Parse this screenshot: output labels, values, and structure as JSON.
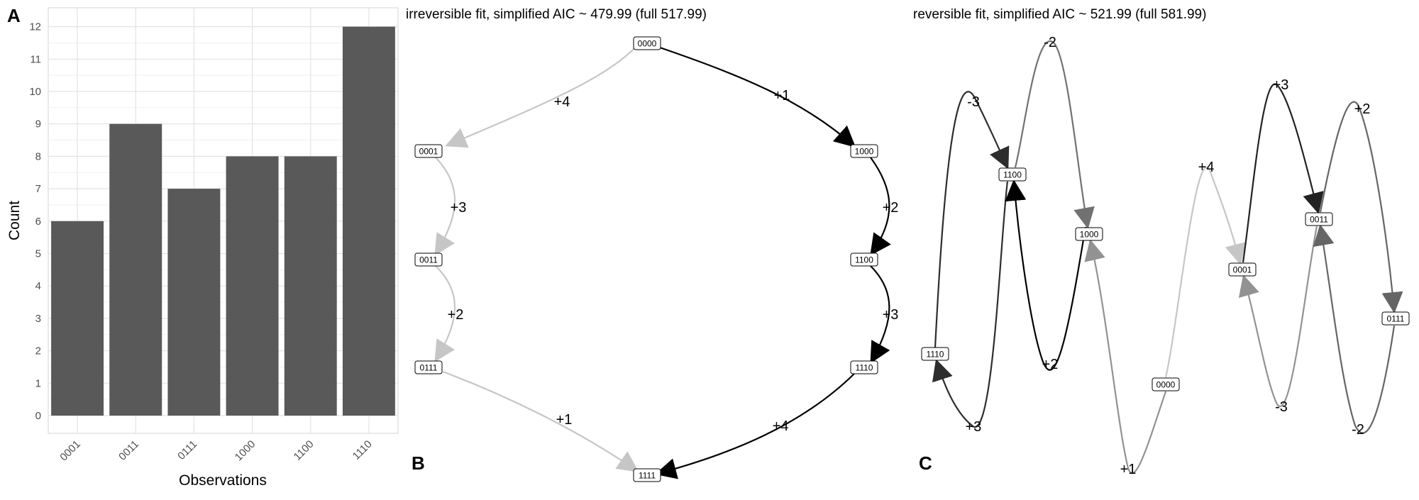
{
  "panel_letters": {
    "a": "A",
    "b": "B",
    "c": "C"
  },
  "chart_data": [
    {
      "type": "bar",
      "panel": "A",
      "categories": [
        "0001",
        "0011",
        "0111",
        "1000",
        "1100",
        "1110"
      ],
      "values": [
        6,
        9,
        7,
        8,
        8,
        12
      ],
      "xlabel": "Observations",
      "ylabel": "Count",
      "ylim": [
        0,
        12
      ],
      "yticks": [
        0,
        1,
        2,
        3,
        4,
        5,
        6,
        7,
        8,
        9,
        10,
        11,
        12
      ],
      "grid": true,
      "bar_color": "#595959"
    },
    {
      "type": "network",
      "panel": "B",
      "title": "irreversible fit, simplified AIC ~ 479.99 (full 517.99)",
      "nodes": [
        "0000",
        "0001",
        "0011",
        "0111",
        "1000",
        "1100",
        "1110",
        "1111"
      ],
      "edges": [
        {
          "from": "0000",
          "to": "0001",
          "label": "+4",
          "weight": 0.12
        },
        {
          "from": "0001",
          "to": "0011",
          "label": "+3",
          "weight": 0.12
        },
        {
          "from": "0011",
          "to": "0111",
          "label": "+2",
          "weight": 0.12
        },
        {
          "from": "0111",
          "to": "1111",
          "label": "+1",
          "weight": 0.12
        },
        {
          "from": "0000",
          "to": "1000",
          "label": "+1",
          "weight": 1.0
        },
        {
          "from": "1000",
          "to": "1100",
          "label": "+2",
          "weight": 1.0
        },
        {
          "from": "1100",
          "to": "1110",
          "label": "+3",
          "weight": 1.0
        },
        {
          "from": "1110",
          "to": "1111",
          "label": "+4",
          "weight": 1.0
        }
      ]
    },
    {
      "type": "network",
      "panel": "C",
      "title": "reversible fit, simplified AIC ~ 521.99 (full 581.99)",
      "nodes": [
        "1100",
        "1000",
        "1110",
        "0000",
        "0001",
        "0011",
        "0111"
      ],
      "edges": [
        {
          "from": "1110",
          "to": "1100",
          "label": "-3",
          "weight": 0.8
        },
        {
          "from": "1100",
          "to": "1110",
          "label": "+3",
          "weight": 0.8
        },
        {
          "from": "1000",
          "to": "1100",
          "label": "+2",
          "weight": 1.0
        },
        {
          "from": "1100",
          "to": "1000",
          "label": "-2",
          "weight": 0.5
        },
        {
          "from": "0000",
          "to": "1000",
          "label": "+1",
          "weight": 0.35
        },
        {
          "from": "0000",
          "to": "0001",
          "label": "+4",
          "weight": 0.12
        },
        {
          "from": "0001",
          "to": "0011",
          "label": "+3",
          "weight": 0.85
        },
        {
          "from": "0011",
          "to": "0001",
          "label": "-3",
          "weight": 0.35
        },
        {
          "from": "0011",
          "to": "0111",
          "label": "+2",
          "weight": 0.55
        },
        {
          "from": "0111",
          "to": "0011",
          "label": "-2",
          "weight": 0.55
        }
      ]
    }
  ]
}
